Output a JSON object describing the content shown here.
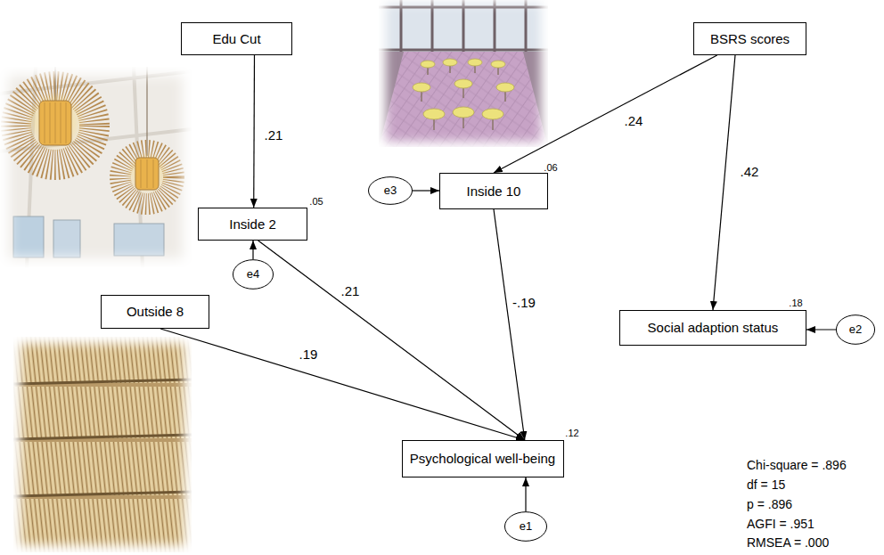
{
  "diagram": {
    "nodes": [
      {
        "text": [
          "Edu Cut"
        ]
      },
      {
        "text": [
          "BSRS scores"
        ]
      },
      {
        "text": [
          "e3"
        ]
      },
      {
        "text": [
          "Inside 10"
        ]
      },
      {
        "text": [
          "Inside 2"
        ]
      },
      {
        "text": [
          "e4"
        ]
      },
      {
        "text": [
          "Outside 8"
        ]
      },
      {
        "text": [
          "Social adaption status"
        ]
      },
      {
        "text": [
          "e2"
        ]
      },
      {
        "text": [
          "Psychological well-being"
        ]
      },
      {
        "text": [
          "e1"
        ]
      }
    ],
    "edges": [
      {
        "from": 0,
        "to": 4,
        "arrow": "to",
        "label": ".21"
      },
      {
        "from": 1,
        "to": 3,
        "arrow": "to",
        "label": ".24"
      },
      {
        "from": 1,
        "to": 7,
        "arrow": "to",
        "label": ".42"
      },
      {
        "from": 2,
        "to": 3,
        "arrow": "to"
      },
      {
        "from": 5,
        "to": 4,
        "arrow": "to"
      },
      {
        "from": 4,
        "to": 9,
        "arrow": "to",
        "label": ".21"
      },
      {
        "from": 3,
        "to": 9,
        "arrow": "to",
        "label": "-.19"
      },
      {
        "from": 6,
        "to": 9,
        "arrow": "to",
        "label": ".19"
      },
      {
        "from": 8,
        "to": 7,
        "arrow": "to"
      },
      {
        "from": 10,
        "to": 9,
        "arrow": "to"
      }
    ],
    "labels": [
      ".05",
      ".06",
      ".18",
      ".12",
      "Chi-square = .896",
      "df = 15",
      "p = .896",
      "AGFI = .951",
      "RMSEA = .000"
    ]
  }
}
